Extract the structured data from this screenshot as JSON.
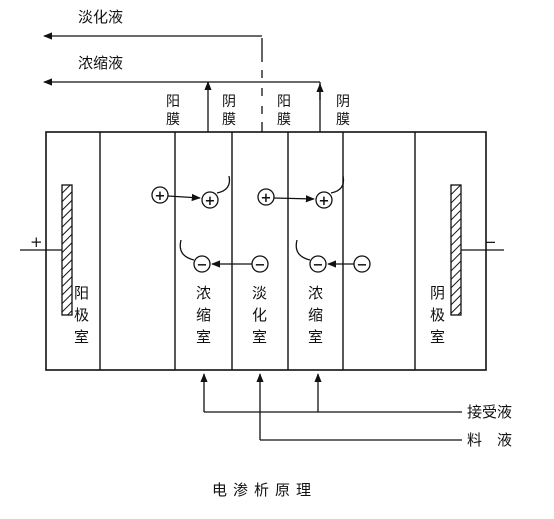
{
  "outlets": {
    "dilute": "淡化液",
    "concentrate": "浓缩液"
  },
  "membranes": [
    {
      "line1": "阳",
      "line2": "膜"
    },
    {
      "line1": "阴",
      "line2": "膜"
    },
    {
      "line1": "阳",
      "line2": "膜"
    },
    {
      "line1": "阴",
      "line2": "膜"
    }
  ],
  "chambers": {
    "anode": {
      "c1": "阳",
      "c2": "极",
      "c3": "室"
    },
    "conc1": {
      "c1": "浓",
      "c2": "缩",
      "c3": "室"
    },
    "dilute": {
      "c1": "淡",
      "c2": "化",
      "c3": "室"
    },
    "conc2": {
      "c1": "浓",
      "c2": "缩",
      "c3": "室"
    },
    "cathode": {
      "c1": "阴",
      "c2": "极",
      "c3": "室"
    }
  },
  "electrodes": {
    "positive": "+",
    "negative": "−"
  },
  "ions": {
    "cation": "+",
    "anion": "−"
  },
  "inlets": {
    "receiving": "接受液",
    "feed": "料　液"
  },
  "caption": "电渗析原理"
}
